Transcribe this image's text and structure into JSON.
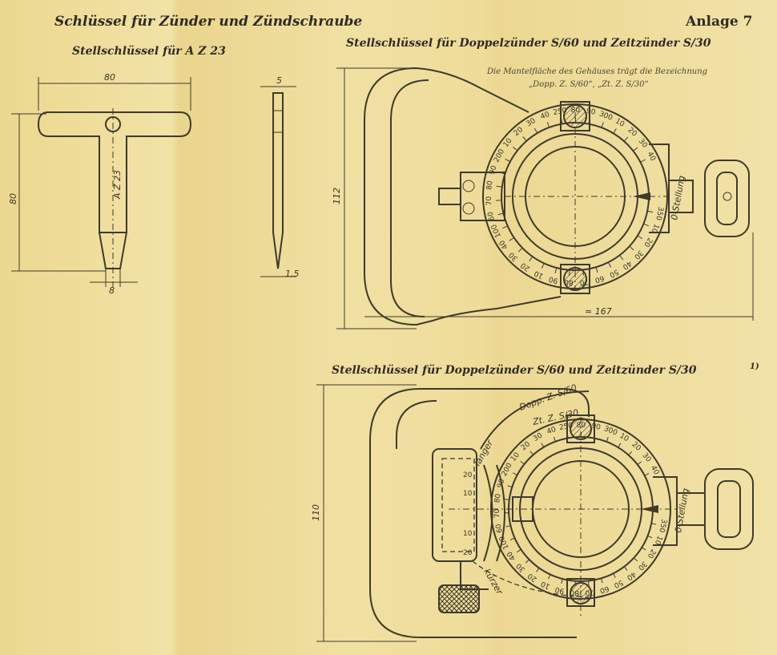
{
  "header": {
    "title": "Schlüssel für Zünder und Zündschraube",
    "annex": "Anlage 7"
  },
  "key_az23": {
    "title": "Stellschlüssel für A Z 23",
    "marking": "A Z 23",
    "dim_width": "80",
    "dim_height": "80",
    "dim_shaft": "8",
    "dim_thickness": "5",
    "dim_tip": "1,5"
  },
  "key_top": {
    "title": "Stellschlüssel für Doppelzünder S/60 und Zeitzünder S/30",
    "note_line1": "Die Mantelfläche des Gehäuses trägt die Bezeichnung",
    "note_line2": "„Dopp. Z. S/60“,  „Zt. Z. S/30“",
    "dim_height": "112",
    "dim_length": "≈ 167",
    "zero_position": "0-Stellung",
    "scale_labels": [
      "350",
      "10",
      "20",
      "30",
      "40",
      "50",
      "60",
      "70",
      "80",
      "90",
      "10",
      "20",
      "30",
      "40",
      "100",
      "60",
      "70",
      "80",
      "90",
      "200",
      "10",
      "20",
      "30",
      "40",
      "250",
      "80",
      "90",
      "300",
      "10",
      "20",
      "30",
      "40"
    ]
  },
  "key_bottom": {
    "title": "Stellschlüssel für Doppelzünder S/60 und Zeitzünder S/30",
    "footnote_mark": "1)",
    "dim_height": "110",
    "housing_label_1": "Dopp. Z. S/60",
    "housing_label_2": "Zt. Z. S/30",
    "longer_label": "länger",
    "shorter_label": "kürzer",
    "zero_position": "0-Stellung",
    "scale_labels": [
      "350",
      "10",
      "20",
      "30",
      "40",
      "50",
      "60",
      "70",
      "80",
      "90",
      "10",
      "20",
      "30",
      "40",
      "100",
      "60",
      "70",
      "80",
      "90",
      "200",
      "10",
      "20",
      "30",
      "40",
      "250",
      "80",
      "90",
      "300",
      "10",
      "20",
      "30",
      "40"
    ],
    "slider_labels": [
      "20",
      "10",
      "10",
      "20"
    ]
  }
}
